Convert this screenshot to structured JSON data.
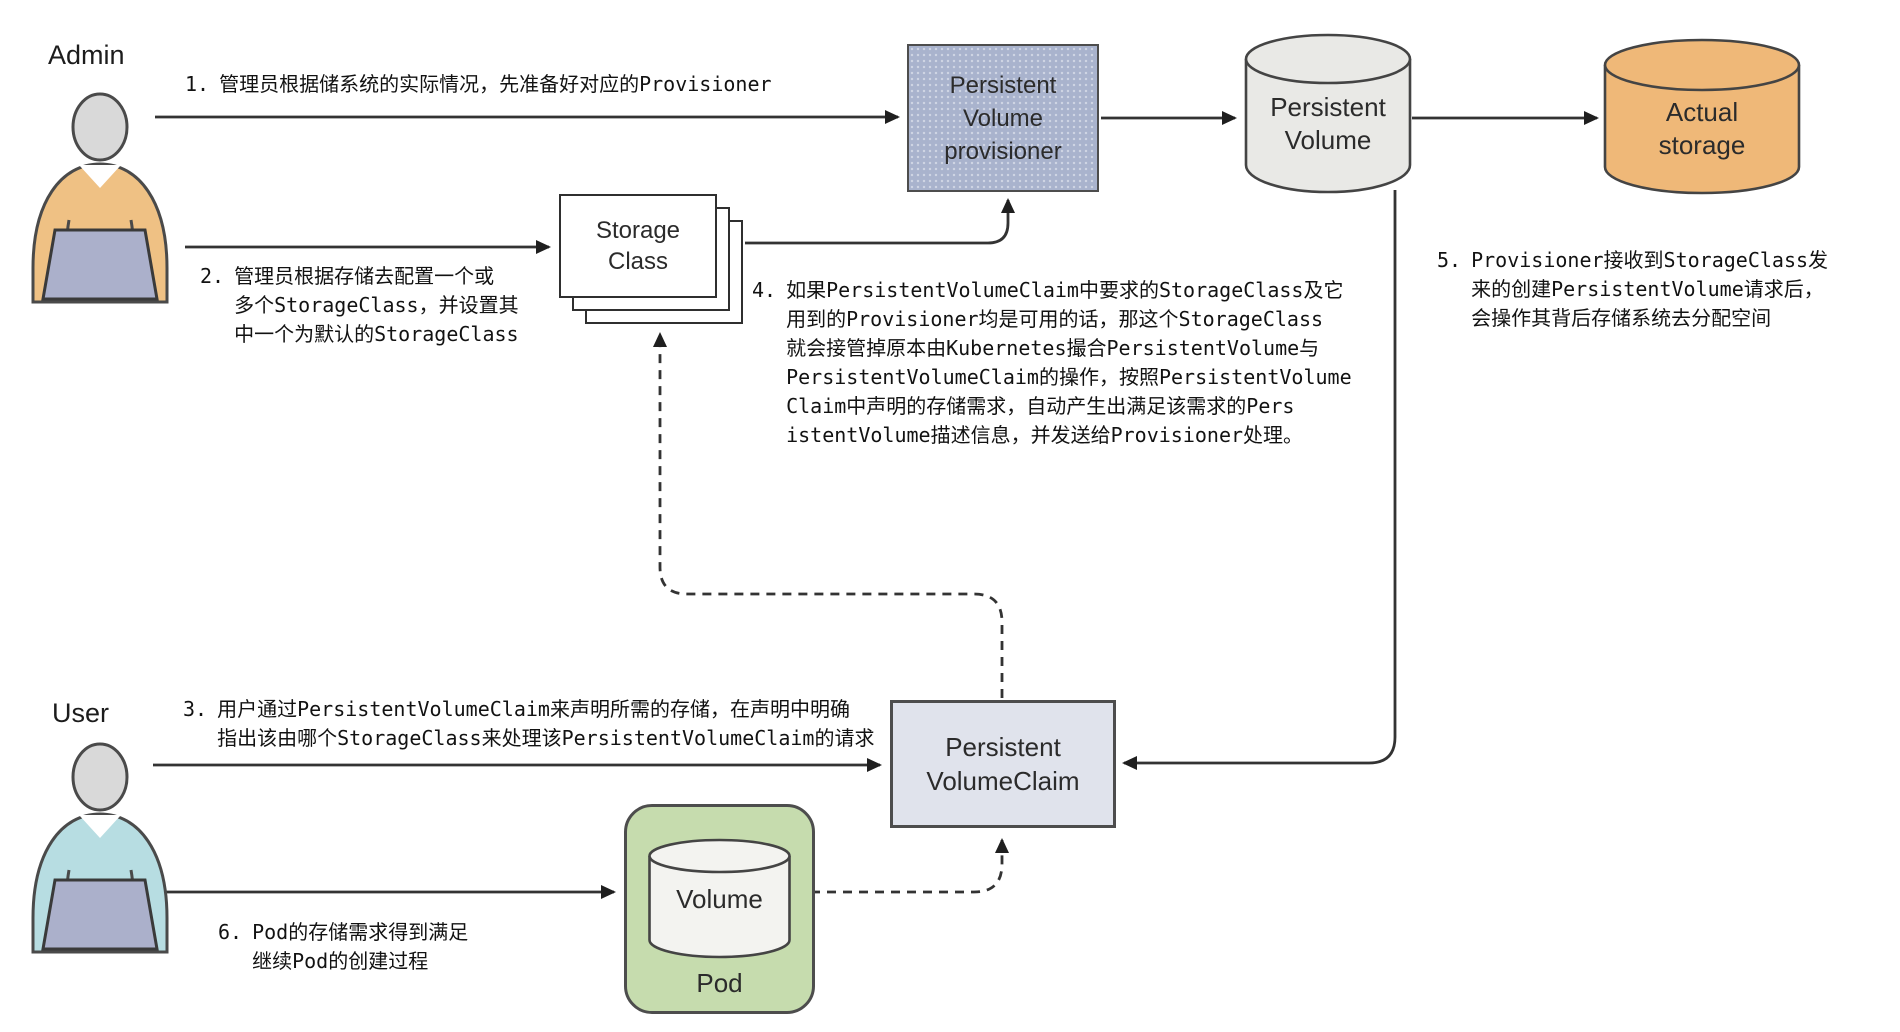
{
  "actors": {
    "admin": {
      "label": "Admin"
    },
    "user": {
      "label": "User"
    }
  },
  "nodes": {
    "provisioner": {
      "lines": [
        "Persistent",
        "Volume",
        "provisioner"
      ]
    },
    "persistent_volume": {
      "lines": [
        "Persistent",
        "Volume"
      ]
    },
    "actual_storage": {
      "lines": [
        "Actual",
        "storage"
      ]
    },
    "storage_class": {
      "lines": [
        "Storage",
        "Class"
      ]
    },
    "pvc": {
      "lines": [
        "Persistent",
        "VolumeClaim"
      ]
    },
    "pod": {
      "label": "Pod",
      "volume_label": "Volume"
    }
  },
  "annotations": [
    {
      "number": "1.",
      "lines": [
        "管理员根据储系统的实际情况，先准备好对应的Provisioner"
      ]
    },
    {
      "number": "2.",
      "lines": [
        "管理员根据存储去配置一个或",
        "多个StorageClass，并设置其",
        "中一个为默认的StorageClass"
      ]
    },
    {
      "number": "3.",
      "lines": [
        "用户通过PersistentVolumeClaim来声明所需的存储，在声明中明确",
        "指出该由哪个StorageClass来处理该PersistentVolumeClaim的请求"
      ]
    },
    {
      "number": "4.",
      "lines": [
        "如果PersistentVolumeClaim中要求的StorageClass及它",
        "用到的Provisioner均是可用的话，那这个StorageClass",
        "就会接管掉原本由Kubernetes撮合PersistentVolume与",
        "PersistentVolumeClaim的操作，按照PersistentVolume",
        "Claim中声明的存储需求，自动产生出满足该需求的Pers",
        "istentVolume描述信息，并发送给Provisioner处理。"
      ]
    },
    {
      "number": "5.",
      "lines": [
        "Provisioner接收到StorageClass发",
        "来的创建PersistentVolume请求后，",
        "会操作其背后存储系统去分配空间"
      ]
    },
    {
      "number": "6.",
      "lines": [
        "Pod的存储需求得到满足",
        "继续Pod的创建过程"
      ]
    }
  ],
  "colors": {
    "provisioner_fill": "#a9b3cd",
    "persistent_volume_fill": "#e9e9e6",
    "actual_storage_fill": "#efb878",
    "storage_class_fill": "#ffffff",
    "pvc_fill": "#e0e3ec",
    "pod_fill": "#c6dcae",
    "volume_fill": "#f3f3f0",
    "admin_sweater": "#efc184",
    "user_sweater": "#b7dde2",
    "laptop": "#abb0cb",
    "head": "#d9d9d9",
    "line": "#333333"
  }
}
